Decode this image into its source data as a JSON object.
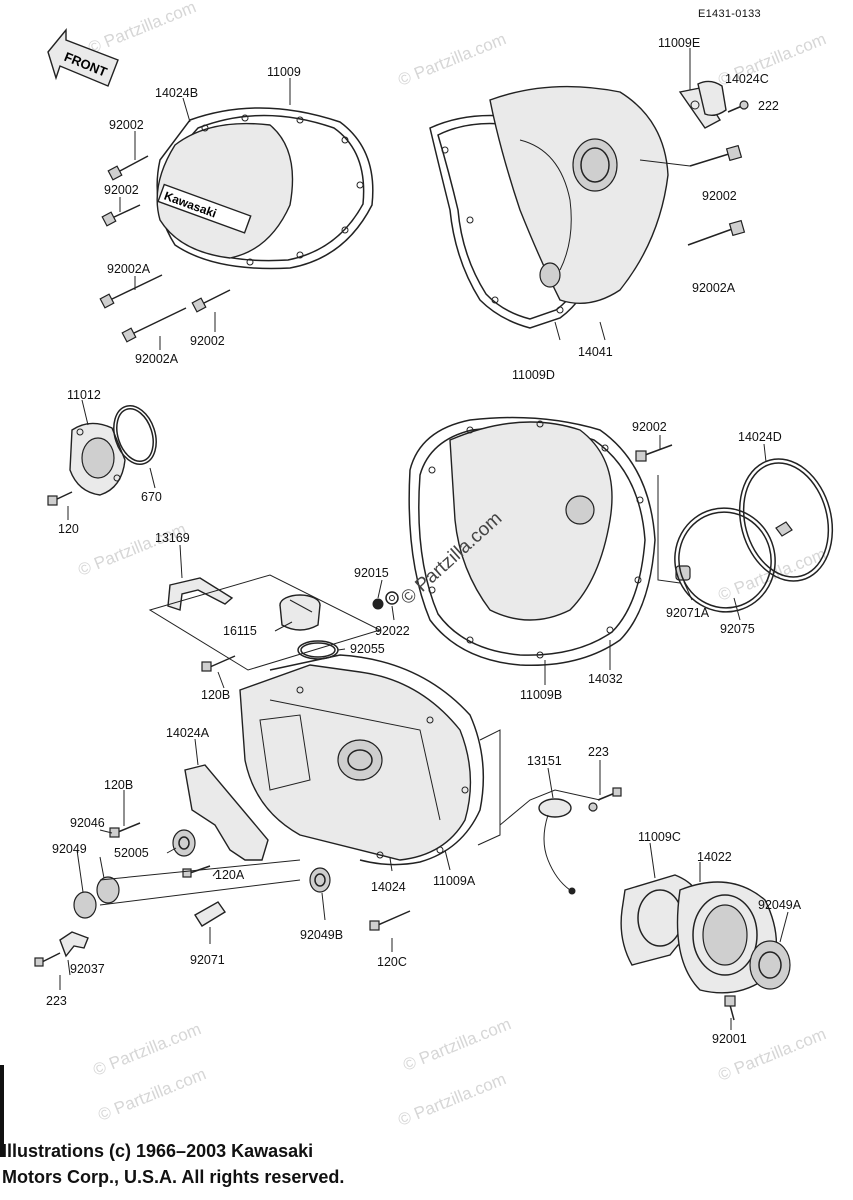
{
  "diagram": {
    "code": "E1431-0133",
    "front_label": "FRONT",
    "logo_text": "Kawasaki",
    "labels": {
      "p11009": "11009",
      "p14024B": "14024B",
      "p92002_a": "92002",
      "p92002_b": "92002",
      "p92002A_a": "92002A",
      "p92002_c": "92002",
      "p92002A_b": "92002A",
      "p11009E": "11009E",
      "p14024C": "14024C",
      "p222": "222",
      "p92002_d": "92002",
      "p92002A_c": "92002A",
      "p11009D": "11009D",
      "p14041": "14041",
      "p11012": "11012",
      "p670": "670",
      "p120_a": "120",
      "p92002_e": "92002",
      "p14024D": "14024D",
      "p13169": "13169",
      "p92015": "92015",
      "p16115": "16115",
      "p92022": "92022",
      "p92055": "92055",
      "p120B_a": "120B",
      "p92071A": "92071A",
      "p92075": "92075",
      "p14032": "14032",
      "p11009B": "11009B",
      "p14024A": "14024A",
      "p13151": "13151",
      "p223_a": "223",
      "p120B_b": "120B",
      "p92046": "92046",
      "p92049": "92049",
      "p52005": "52005",
      "p120A": "120A",
      "p14024": "14024",
      "p11009A": "11009A",
      "p11009C": "11009C",
      "p14022": "14022",
      "p92049A": "92049A",
      "p92049B": "92049B",
      "p120C": "120C",
      "p92071": "92071",
      "p92037": "92037",
      "p223_b": "223",
      "p92001": "92001"
    }
  },
  "watermarks": {
    "repeat": "© Partzilla.com",
    "center": "© Partzilla.com"
  },
  "copyright": {
    "line1": "Illustrations (c) 1966–2003 Kawasaki",
    "line2": "Motors Corp., U.S.A.  All rights reserved."
  }
}
